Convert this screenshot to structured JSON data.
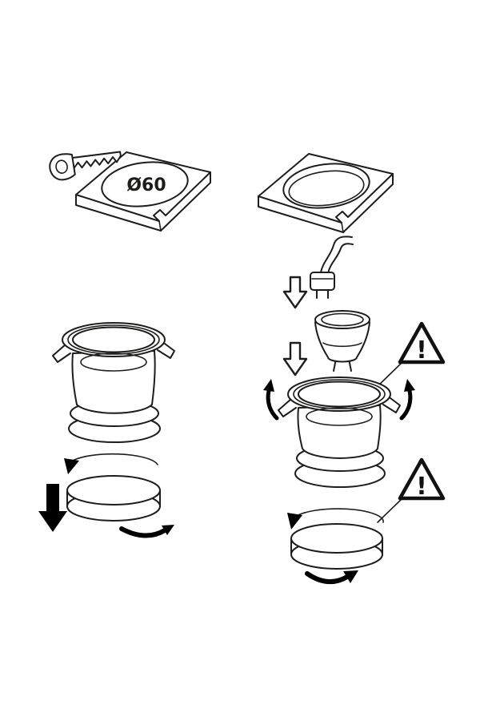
{
  "page": {
    "background": "#ffffff",
    "line_color": "#1d1d1b",
    "arrow_fill": "#000000"
  },
  "figure": {
    "steps": [
      {
        "name": "mark-and-cut-hole",
        "dimension_label": "Ø60",
        "icons": [
          "saw-icon",
          "mounting-panel",
          "cut-marking-ellipse"
        ]
      },
      {
        "name": "hole-cut-ready",
        "icons": [
          "mounting-panel",
          "cut-hole"
        ]
      },
      {
        "name": "insert-housing-and-ring",
        "icons": [
          "downlight-housing",
          "spring-clip",
          "locking-ring",
          "rotate-arrow",
          "insert-down-arrow-black",
          "turn-arrow-black"
        ]
      },
      {
        "name": "connect-lamp-and-lock",
        "warning_mark": "!",
        "icons": [
          "power-cable",
          "lamp-connector",
          "halogen-bulb",
          "down-arrow-outline",
          "warning-triangle",
          "rotate-arrows",
          "downlight-housing",
          "locking-ring",
          "turn-arrow-black"
        ]
      }
    ],
    "warning": {
      "mark": "!"
    }
  }
}
